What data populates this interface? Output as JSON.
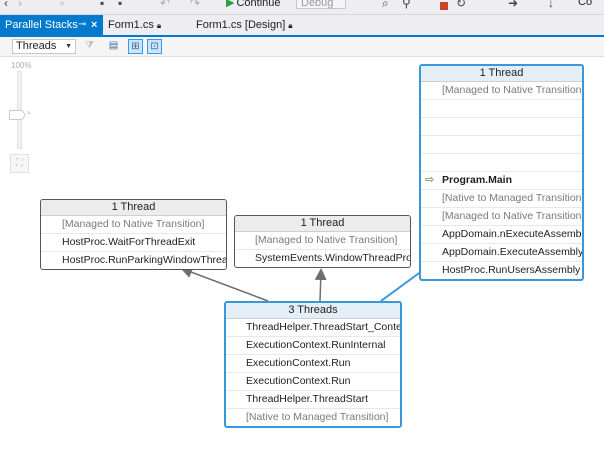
{
  "top_toolbar": {
    "continue_label": "Continue",
    "config_value": "Debug",
    "cut_label": "Co"
  },
  "tabs": [
    {
      "label": "Parallel Stacks",
      "pin": "⊸",
      "close": "×",
      "active": true
    },
    {
      "label": "Form1.cs",
      "active": false
    },
    {
      "label": "Form1.cs [Design]",
      "active": false
    }
  ],
  "panel_toolbar": {
    "view_select_value": "Threads",
    "icons": [
      "filter-icon",
      "method-view-icon",
      "toggle-method-icon",
      "auto-scroll-icon"
    ]
  },
  "zoom": {
    "level_label": "100%"
  },
  "colors": {
    "accent": "#007acc",
    "selected_border": "#3a96dd",
    "connector": "#6e6e6e",
    "selected_connector": "#3a96dd"
  },
  "stacks": {
    "box1": {
      "header": "1 Thread",
      "frames": [
        {
          "text": "[Managed to Native Transition]",
          "gray": true
        },
        {
          "text": "HostProc.WaitForThreadExit"
        },
        {
          "text": "HostProc.RunParkingWindowThread"
        }
      ]
    },
    "box2": {
      "header": "1 Thread",
      "frames": [
        {
          "text": "[Managed to Native Transition]",
          "gray": true
        },
        {
          "text": "SystemEvents.WindowThreadProc"
        }
      ]
    },
    "box3": {
      "header": "1 Thread",
      "frames": [
        {
          "text": "[Managed to Native Transition]",
          "gray": true
        },
        {
          "text": "Program.Main",
          "bold": true,
          "current": true
        },
        {
          "text": "[Native to Managed Transition]",
          "gray": true
        },
        {
          "text": "[Managed to Native Transition]",
          "gray": true
        },
        {
          "text": "AppDomain.nExecuteAssembly"
        },
        {
          "text": "AppDomain.ExecuteAssembly"
        },
        {
          "text": "HostProc.RunUsersAssembly"
        }
      ]
    },
    "box4": {
      "header": "3 Threads",
      "frames": [
        {
          "text": "ThreadHelper.ThreadStart_Context"
        },
        {
          "text": "ExecutionContext.RunInternal"
        },
        {
          "text": "ExecutionContext.Run"
        },
        {
          "text": "ExecutionContext.Run"
        },
        {
          "text": "ThreadHelper.ThreadStart"
        },
        {
          "text": "[Native to Managed Transition]",
          "gray": true
        }
      ]
    }
  }
}
